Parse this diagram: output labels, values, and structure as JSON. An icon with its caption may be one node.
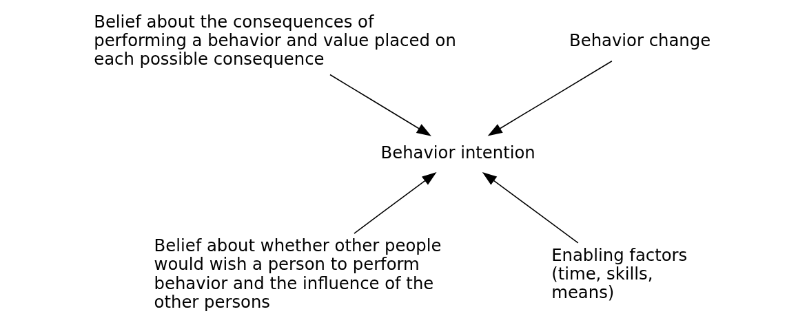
{
  "diagram": {
    "nodes": [
      {
        "text": [
          "Belief about the consequences of performing a behavior and value placed on each possible consequence"
        ]
      },
      {
        "text": [
          "Behavior change"
        ]
      },
      {
        "text": [
          "Behavior intention"
        ]
      },
      {
        "text": [
          "Belief about whether other people would wish a person to perform behavior and the influence of the other persons"
        ]
      },
      {
        "text": [
          "Enabling factors (time, skills, means)"
        ]
      }
    ],
    "edges": [
      {
        "from": 0,
        "to": 2,
        "arrow": "to"
      },
      {
        "from": 1,
        "to": 2,
        "arrow": "to"
      },
      {
        "from": 3,
        "to": 2,
        "arrow": "to"
      },
      {
        "from": 4,
        "to": 2,
        "arrow": "to"
      }
    ]
  }
}
